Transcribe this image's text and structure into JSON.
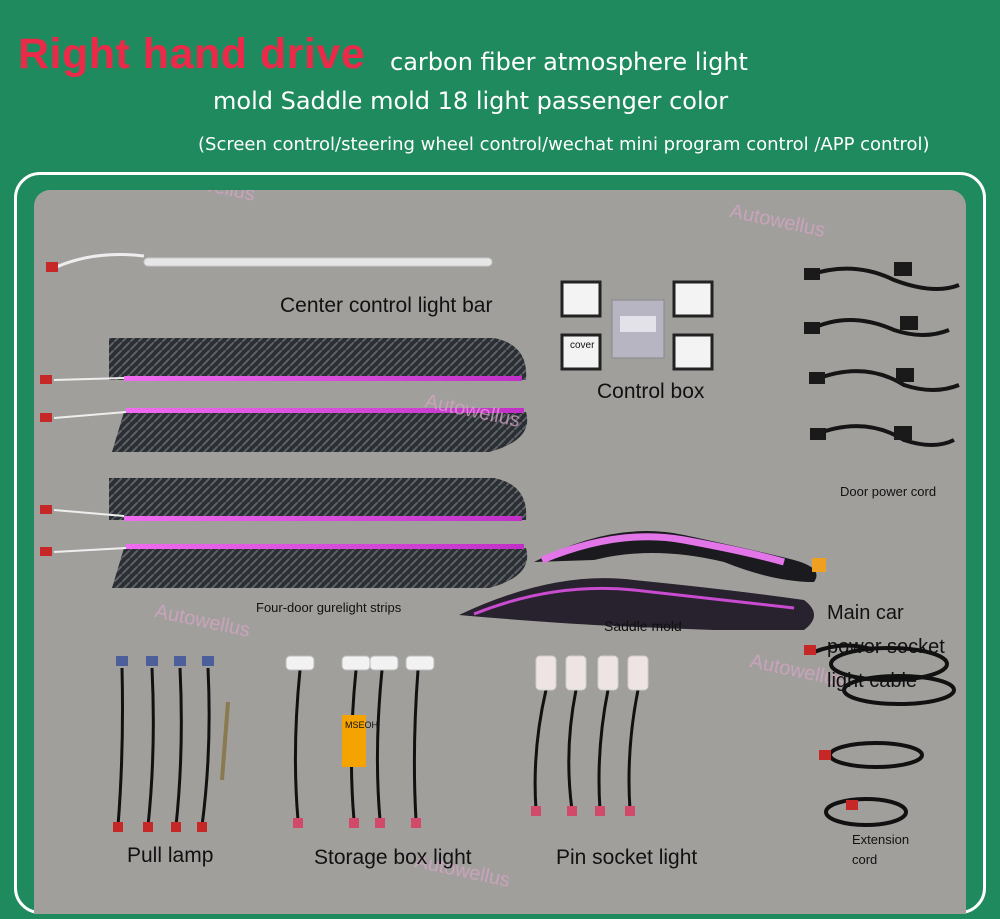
{
  "header": {
    "title_red": "Right hand drive",
    "title_rest": "carbon fiber atmosphere light",
    "title_line2": "mold Saddle mold 18 light passenger color",
    "subtitle": "(Screen control/steering wheel control/wechat mini program control /APP control)"
  },
  "watermark": "Autowellus",
  "labels": {
    "center_bar": "Center control light bar",
    "control_box": "Control box",
    "door_power": "Door power cord",
    "four_door": "Four-door gurelight strips",
    "saddle": "Saddle mold",
    "main_power": "Main car power socket light cable",
    "extension": "Extension cord",
    "pull_lamp": "Pull lamp",
    "storage_box": "Storage box light",
    "pin_socket": "Pin socket light",
    "cover": "cover",
    "tag": "MSEOH"
  },
  "colors": {
    "background": "#1f8a5e",
    "title_red": "#ea2a48",
    "panel": "#a09f9c",
    "glow": "#d23fd6"
  }
}
